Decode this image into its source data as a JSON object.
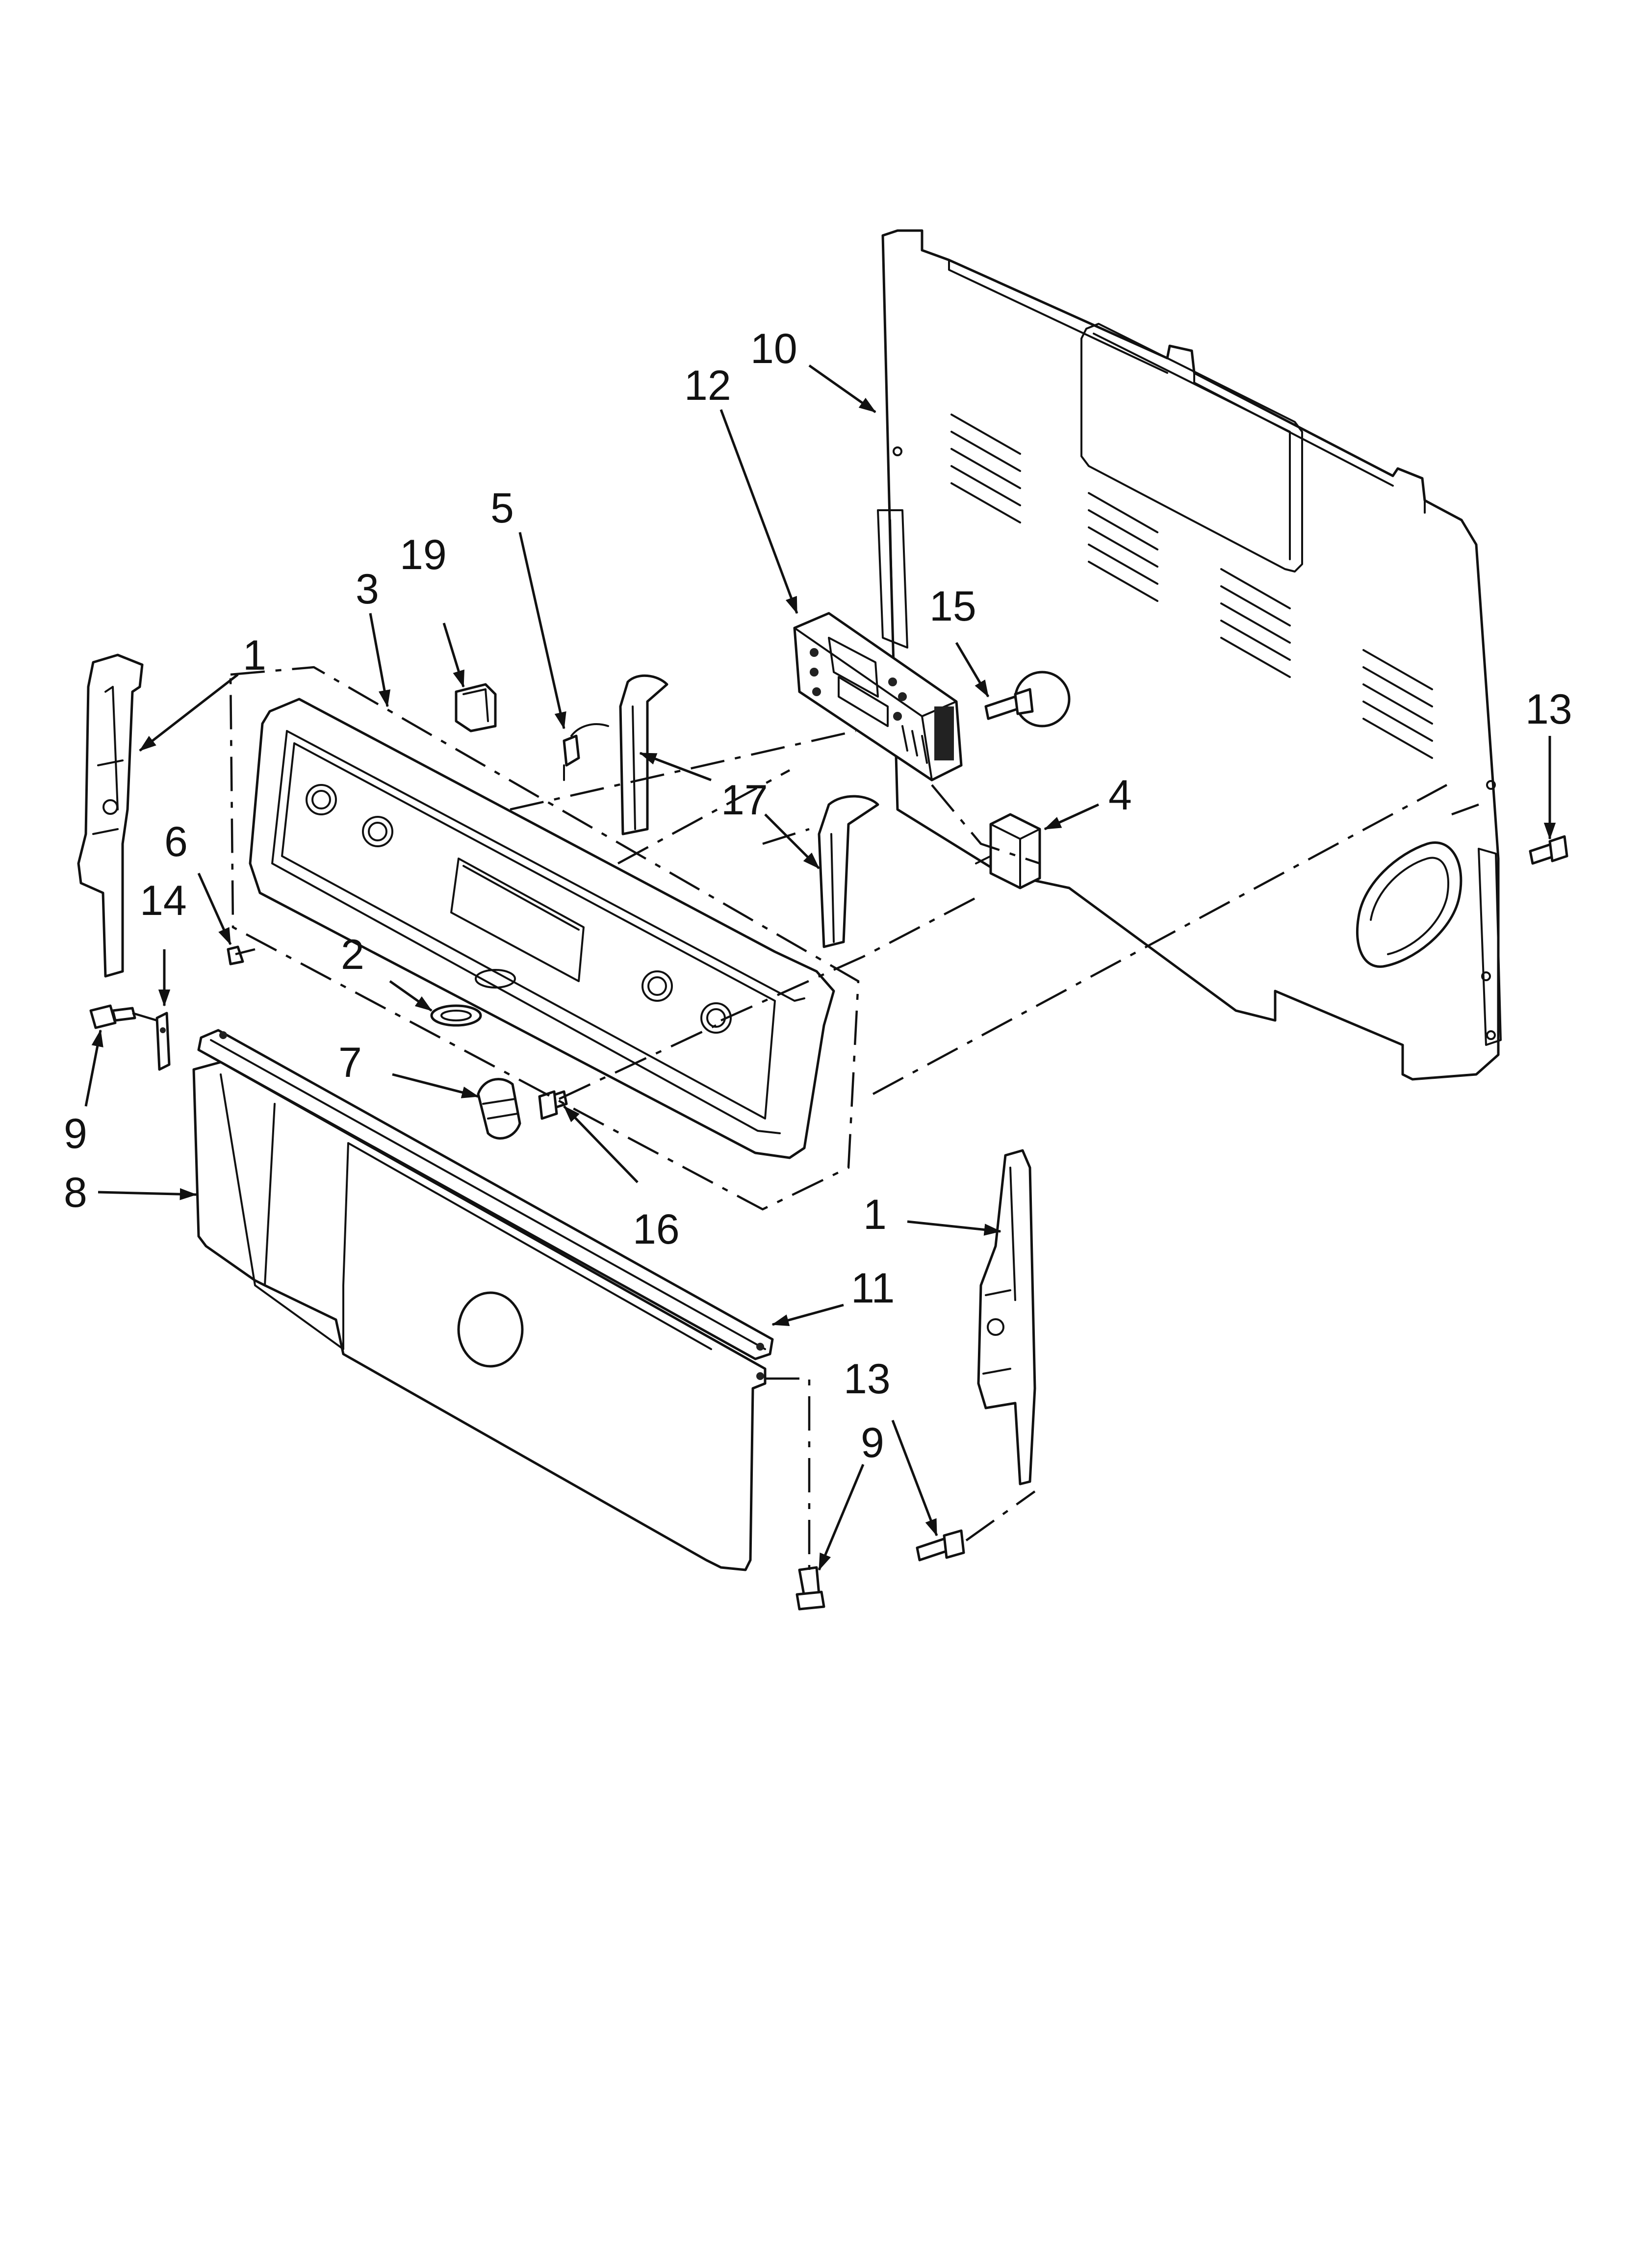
{
  "diagram": {
    "callouts": [
      {
        "id": "c1a",
        "text": "1"
      },
      {
        "id": "c1b",
        "text": "1"
      },
      {
        "id": "c2",
        "text": "2"
      },
      {
        "id": "c3",
        "text": "3"
      },
      {
        "id": "c4",
        "text": "4"
      },
      {
        "id": "c5",
        "text": "5"
      },
      {
        "id": "c6",
        "text": "6"
      },
      {
        "id": "c7",
        "text": "7"
      },
      {
        "id": "c8",
        "text": "8"
      },
      {
        "id": "c9a",
        "text": "9"
      },
      {
        "id": "c9b",
        "text": "9"
      },
      {
        "id": "c10",
        "text": "10"
      },
      {
        "id": "c11",
        "text": "11"
      },
      {
        "id": "c12",
        "text": "12"
      },
      {
        "id": "c13a",
        "text": "13"
      },
      {
        "id": "c13b",
        "text": "13"
      },
      {
        "id": "c14",
        "text": "14"
      },
      {
        "id": "c15",
        "text": "15"
      },
      {
        "id": "c16",
        "text": "16"
      },
      {
        "id": "c17",
        "text": "17"
      },
      {
        "id": "c19",
        "text": "19"
      }
    ]
  }
}
